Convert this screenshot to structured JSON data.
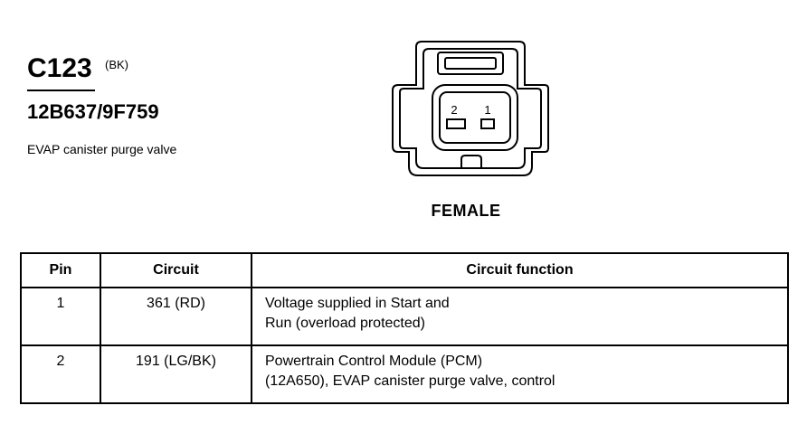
{
  "header": {
    "connector_id": "C123",
    "color_code": "(BK)",
    "part_number": "12B637/9F759",
    "description": "EVAP canister purge valve"
  },
  "connector": {
    "gender_label": "FEMALE",
    "cavities": [
      "2",
      "1"
    ]
  },
  "table": {
    "columns": [
      "Pin",
      "Circuit",
      "Circuit function"
    ],
    "rows": [
      {
        "pin": "1",
        "circuit": "361 (RD)",
        "function_lines": [
          "Voltage supplied in Start and",
          "Run (overload protected)"
        ]
      },
      {
        "pin": "2",
        "circuit": "191 (LG/BK)",
        "function_lines": [
          "Powertrain Control Module (PCM)",
          "(12A650), EVAP canister purge valve, control"
        ]
      }
    ]
  }
}
